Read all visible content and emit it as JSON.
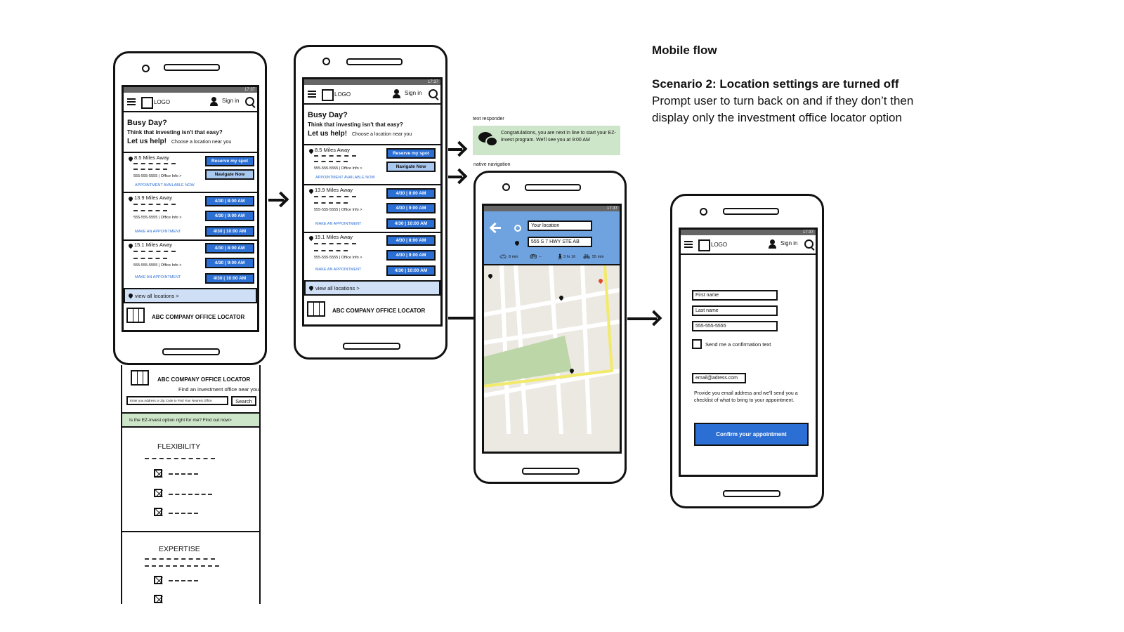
{
  "annotation": {
    "title": "Mobile flow",
    "scenario": "Scenario 2: Location settings are turned off",
    "desc_line1": "Prompt user to turn back on and if they don’t then",
    "desc_line2": "display only the investment office locator option"
  },
  "common": {
    "logo": "LOGO",
    "sign_in": "Sign in",
    "time": "17:37",
    "busy_day": "Busy Day?",
    "think": "Think that investing isn't that easy?",
    "let_us": "Let us help!",
    "choose": "Choose a location near you",
    "office_info": "555-555-5555 | Office Info >",
    "view_all": "view all locations >",
    "office_locator": "ABC COMPANY OFFICE LOCATOR"
  },
  "locations": [
    {
      "distance": "8.5 Miles Away",
      "btn1": "Reserve my spot",
      "btn2": "Navigate Now",
      "link": "APPOINTMENT AVAILABLE NOW"
    },
    {
      "distance": "13.9 Miles Away",
      "btn1": "4/30 | 8:00 AM",
      "btn2": "4/30 | 9:00 AM",
      "btn3": "4/30 | 10:00 AM",
      "link": "MAKE AN APPOINTMENT"
    },
    {
      "distance": "15.1 Miles Away",
      "btn1": "4/30 | 8:00 AM",
      "btn2": "4/30 | 9:00 AM",
      "btn3": "4/30 | 10:00 AM",
      "link": "MAKE AN APPOINTMENT"
    }
  ],
  "below_fold": {
    "find_text": "Find an investment office near you.",
    "search_placeholder": "Enter you Address or Zip Code to Find Your Nearest Office",
    "search_button": "Search",
    "ez_link": "Is the EZ-invest option right for me? Find out now>",
    "flexibility": "FLEXIBILITY",
    "expertise": "EXPERTISE"
  },
  "text_responder": {
    "label": "text responder",
    "message": "Congratulations, you are next in line to start your EZ-invest program. We'll see you at 9:00 AM"
  },
  "navigation": {
    "label": "native navigation",
    "from": "Your location",
    "to": "555 S 7 HWY STE AB",
    "modes": [
      "8 min",
      "--",
      "3 hr 16",
      "55 min"
    ]
  },
  "form": {
    "first_name": "First name",
    "last_name": "Last name",
    "phone": "555-555-5555",
    "confirm_text": "Send me a confirmation text",
    "email": "email@adress.com",
    "email_desc": "Provide you email address and we'll send you a checklist of what to bring to your appointment.",
    "confirm_button": "Confirm your appointment"
  }
}
